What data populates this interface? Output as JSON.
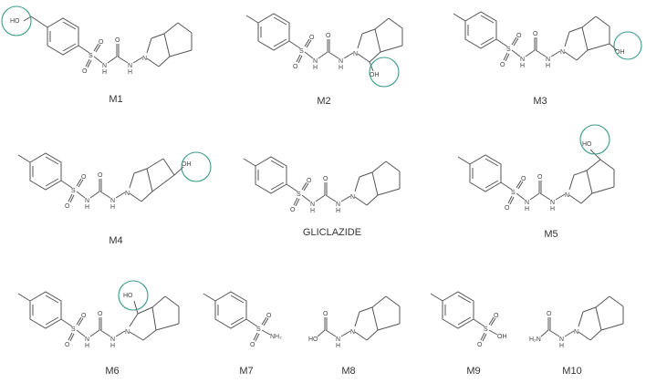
{
  "figure": {
    "description": "Chemical structures of gliclazide and its metabolites",
    "highlight_color": "#3a9a88",
    "bond_color": "#555555",
    "compounds": [
      {
        "id": "M1",
        "label": "M1",
        "modification": "hydroxymethyl on aryl (HO circled)",
        "highlight": "HO"
      },
      {
        "id": "M2",
        "label": "M2",
        "modification": "OH on pyrrolidine carbon alpha to N",
        "highlight": "OH"
      },
      {
        "id": "M3",
        "label": "M3",
        "modification": "OH on cyclopentane bridgehead-adjacent carbon",
        "highlight": "OH"
      },
      {
        "id": "M4",
        "label": "M4",
        "modification": "OH on cyclopentane distal carbon",
        "highlight": "OH"
      },
      {
        "id": "GLICLAZIDE",
        "label": "GLICLAZIDE",
        "modification": "parent drug",
        "highlight": ""
      },
      {
        "id": "M5",
        "label": "M5",
        "modification": "OH on bridgehead carbon",
        "highlight": "HO"
      },
      {
        "id": "M6",
        "label": "M6",
        "modification": "OH on pyrrolidine carbon alpha to N",
        "highlight": "HO"
      },
      {
        "id": "M7",
        "label": "M7",
        "modification": "p-toluenesulfonamide",
        "highlight": ""
      },
      {
        "id": "M8",
        "label": "M8",
        "modification": "carbamic acid hydrazide",
        "highlight": ""
      },
      {
        "id": "M9",
        "label": "M9",
        "modification": "p-toluenesulfonic acid",
        "highlight": ""
      },
      {
        "id": "M10",
        "label": "M10",
        "modification": "semicarbazide",
        "highlight": ""
      }
    ],
    "atom_labels": {
      "O": "O",
      "S": "S",
      "N": "N",
      "H": "H",
      "HO": "HO",
      "OH": "OH",
      "NH2": "NH₂"
    }
  },
  "labels": {
    "m1": "M1",
    "m2": "M2",
    "m3": "M3",
    "m4": "M4",
    "gliclazide": "GLICLAZIDE",
    "m5": "M5",
    "m6": "M6",
    "m7": "M7",
    "m8": "M8",
    "m9": "M9",
    "m10": "M10"
  }
}
